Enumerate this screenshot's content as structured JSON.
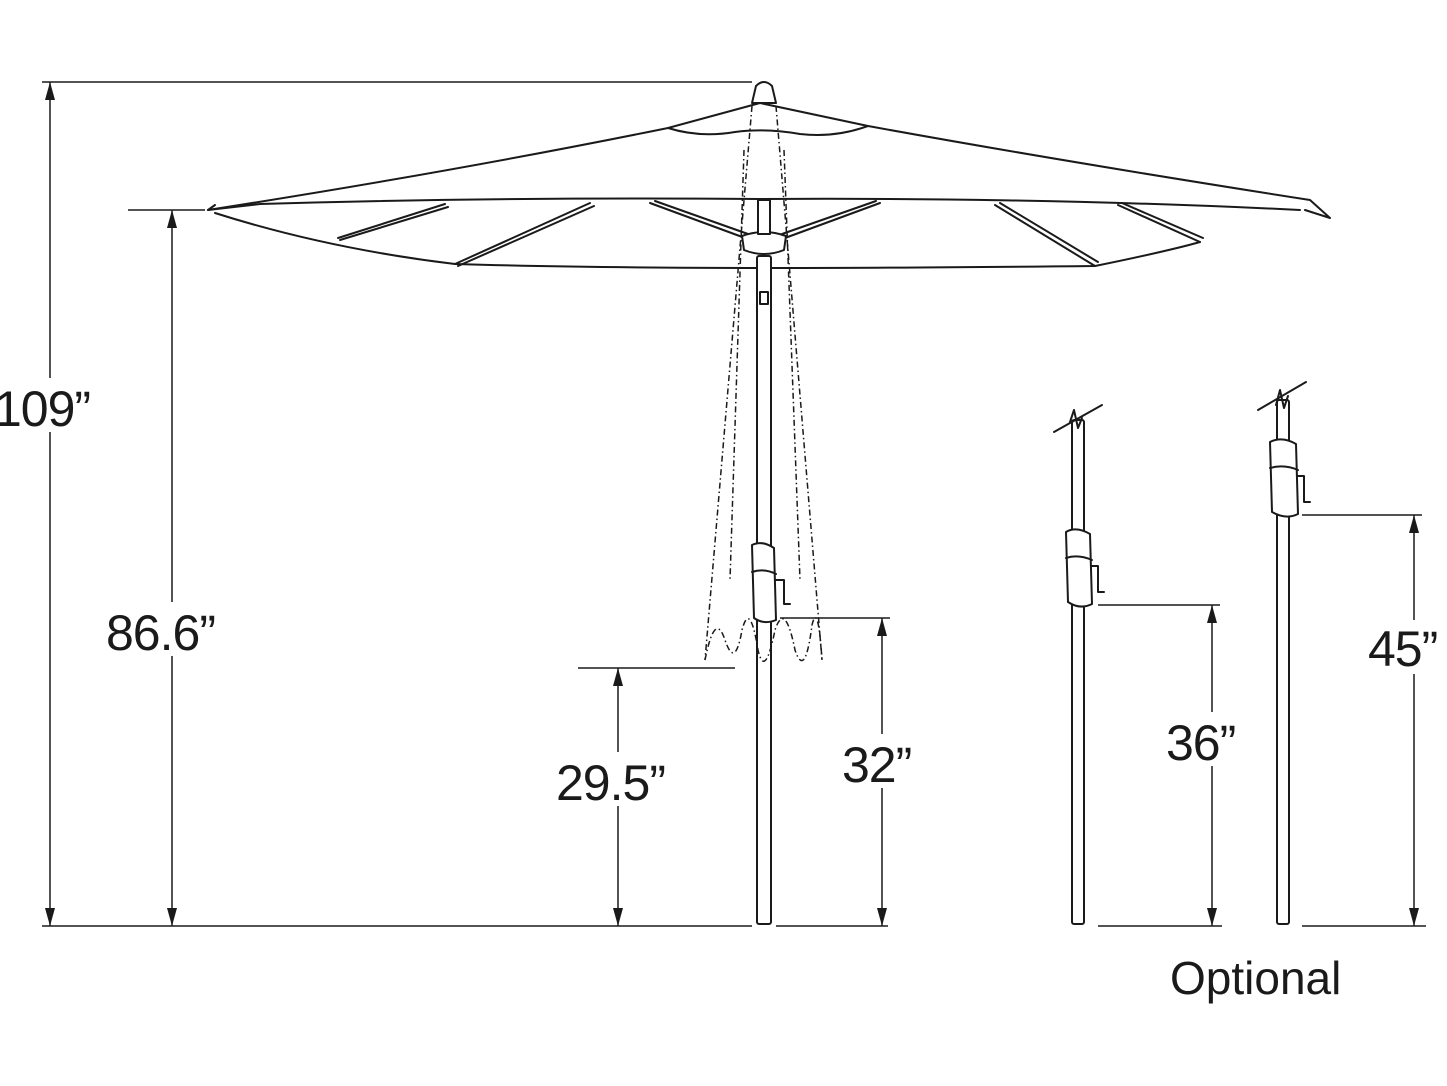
{
  "dimensions": {
    "overall_height": "109”",
    "canopy_clearance": "86.6”",
    "crank_low": "29.5”",
    "crank_standard": "32”",
    "crank_optional_1": "36”",
    "crank_optional_2": "45”"
  },
  "caption": "Optional",
  "colors": {
    "line": "#1a1a1a",
    "background": "#ffffff"
  }
}
